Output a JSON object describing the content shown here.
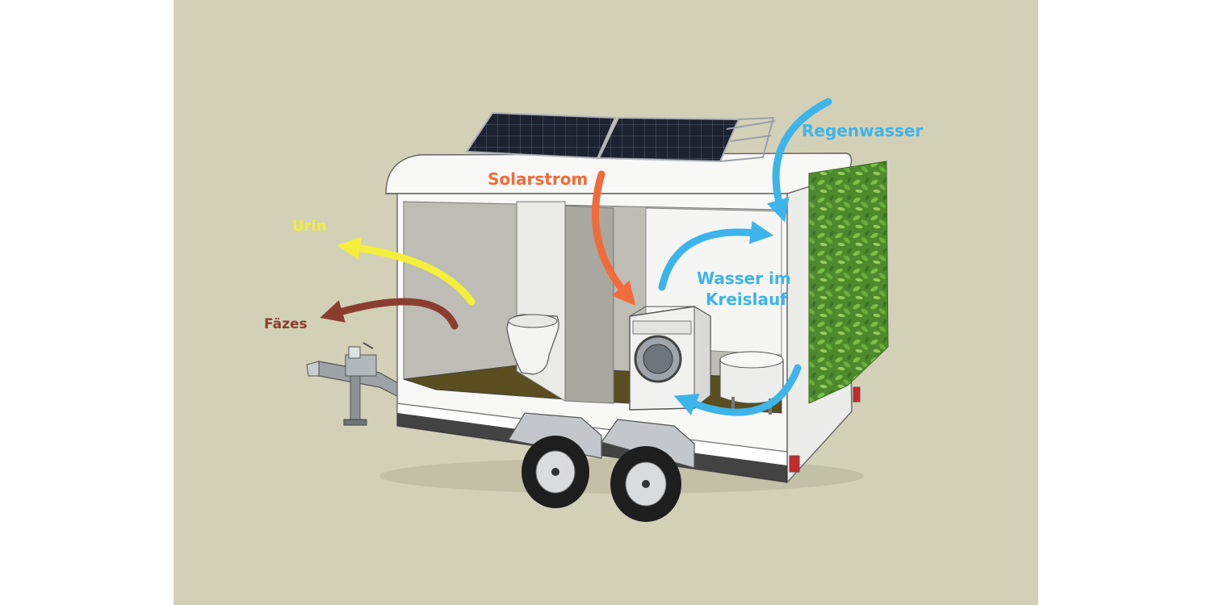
{
  "labels": {
    "regenwasser": "Regenwasser",
    "solarstrom": "Solarstrom",
    "urin": "Urin",
    "faezes": "Fäzes",
    "wasser_line1": "Wasser im",
    "wasser_line2": "Kreislauf"
  },
  "colors": {
    "background": "#d3d0b8",
    "regenwasser": "#3db4ea",
    "solarstrom": "#f26b3a",
    "urin": "#f4ee3c",
    "faezes": "#8b3e2f",
    "trailer": "#f8f8f6",
    "plants": "#5c9a37"
  }
}
